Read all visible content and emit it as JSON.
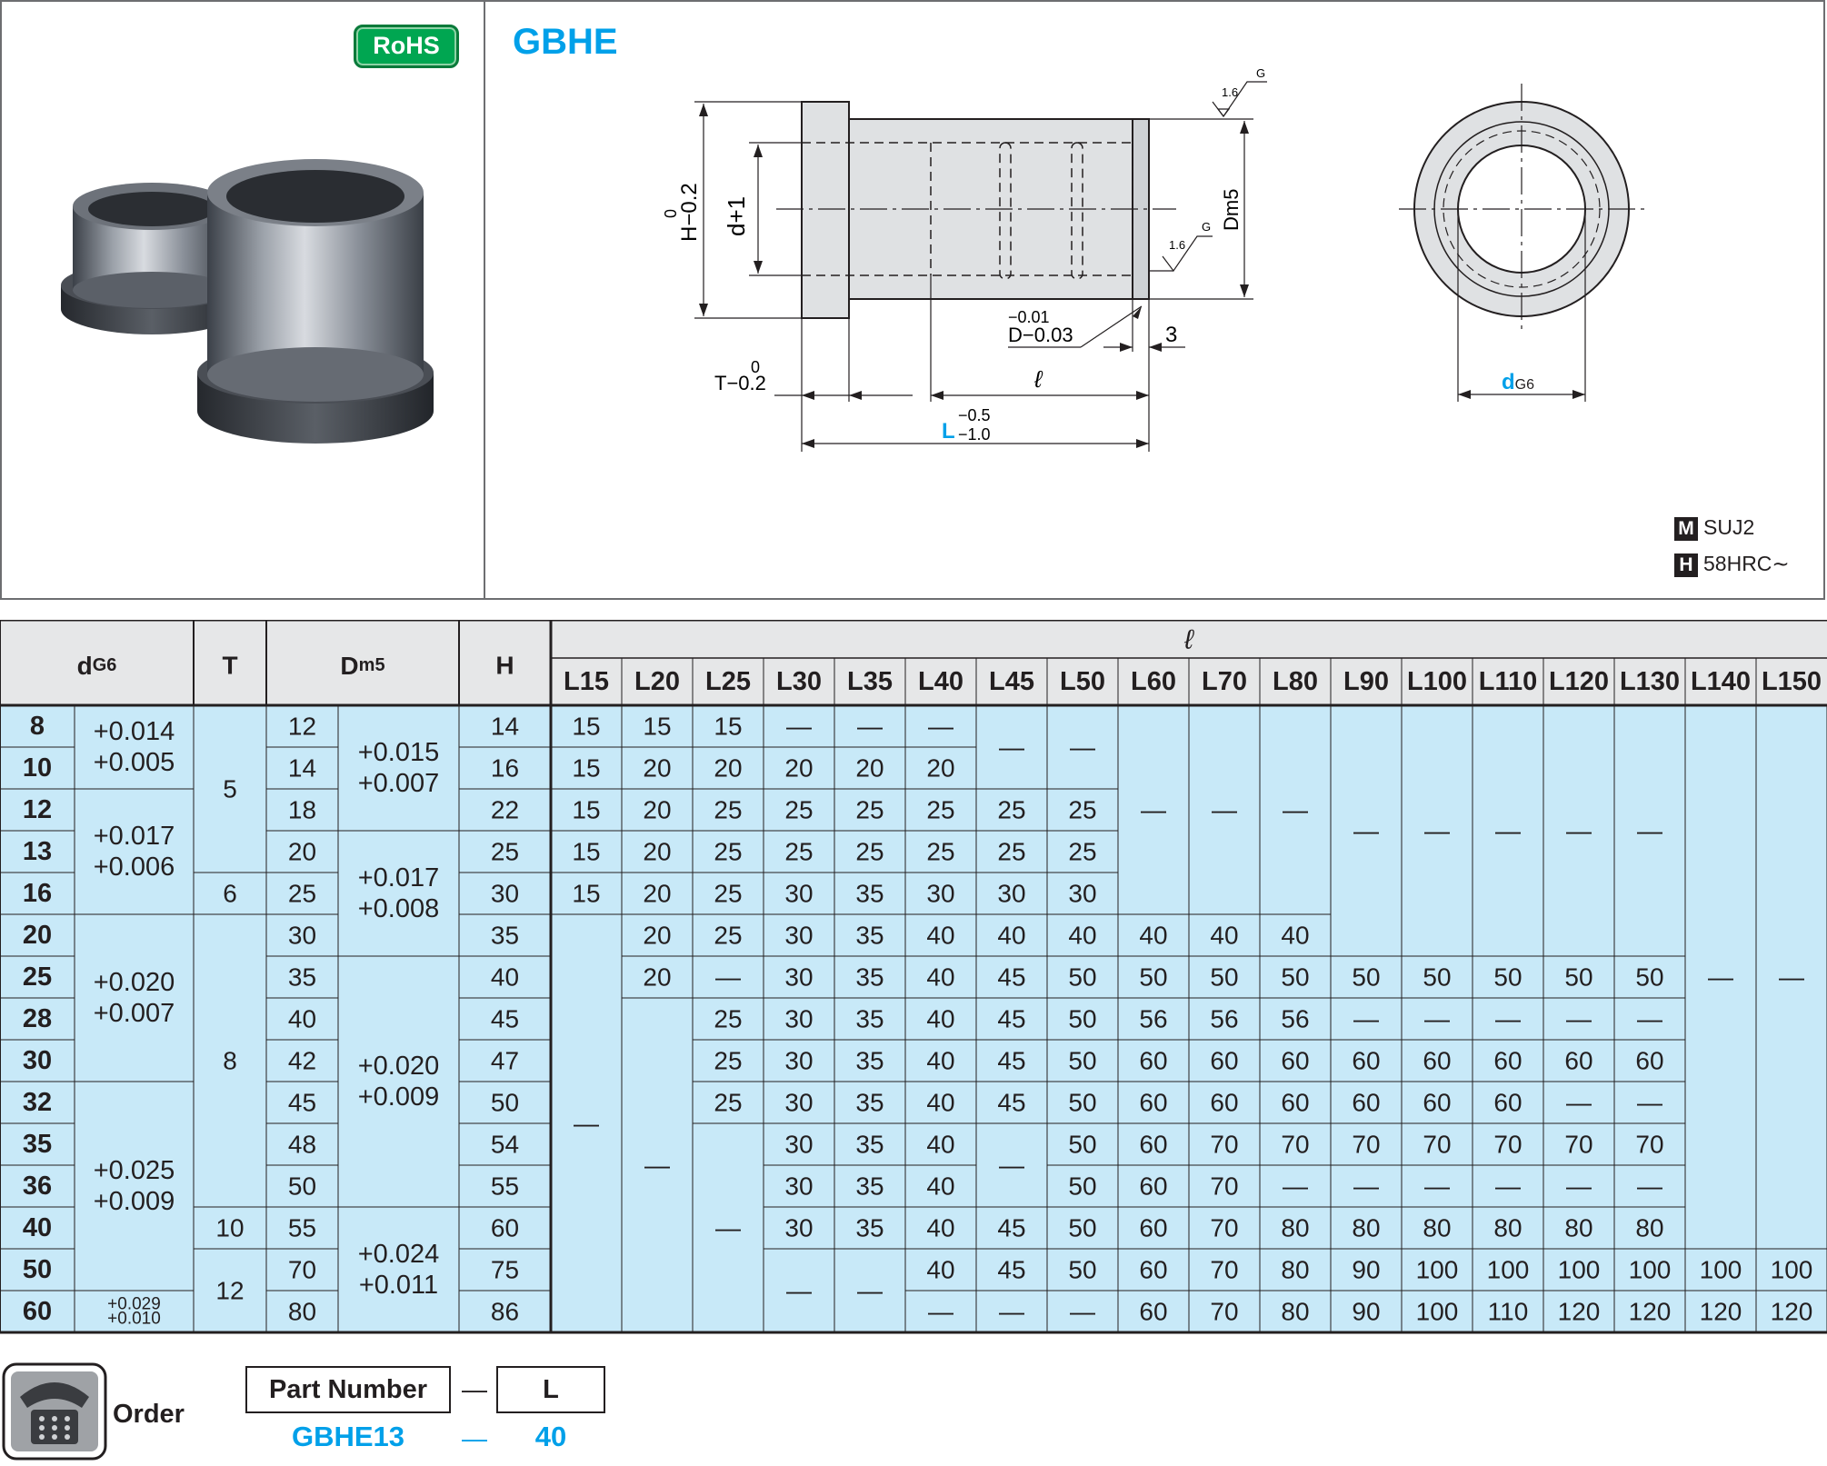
{
  "badge": {
    "rohs": "RoHS"
  },
  "product_code": "GBHE",
  "drawing": {
    "labels": {
      "H_tol_upper": "0",
      "H_tol": "H−0.2",
      "d_plus": "d+1",
      "D_tol_upper": "−0.01",
      "D_tol": "D−0.03",
      "T_tol_upper": "0",
      "T_tol": "T−0.2",
      "ell": "ℓ",
      "L_tol_upper": "−0.5",
      "L": "L",
      "L_tol_lower": "−1.0",
      "three": "3",
      "Dm5": "Dm5",
      "roughness": "1.6",
      "G": "G",
      "dG6_d": "d",
      "dG6_sub": "G6"
    }
  },
  "material": {
    "M_badge": "M",
    "M_value": "SUJ2",
    "H_badge": "H",
    "H_value": "58HRC∼"
  },
  "table": {
    "headers": {
      "d": "d",
      "d_sub": "G6",
      "T": "T",
      "D": "D",
      "D_sub": "m5",
      "H": "H",
      "ell": "ℓ",
      "L_cols": [
        "L15",
        "L20",
        "L25",
        "L30",
        "L35",
        "L40",
        "L45",
        "L50",
        "L60",
        "L70",
        "L80",
        "L90",
        "L100",
        "L110",
        "L120",
        "L130",
        "L140",
        "L150"
      ]
    },
    "d_values": [
      "8",
      "10",
      "12",
      "13",
      "16",
      "20",
      "25",
      "28",
      "30",
      "32",
      "35",
      "36",
      "40",
      "50",
      "60"
    ],
    "d_tolerances": [
      {
        "upper": "+0.014",
        "lower": "+0.005"
      },
      {
        "upper": "+0.017",
        "lower": "+0.006"
      },
      {
        "upper": "+0.020",
        "lower": "+0.007"
      },
      {
        "upper": "+0.025",
        "lower": "+0.009"
      },
      {
        "upper": "+0.029",
        "lower": "+0.010"
      }
    ],
    "T_values": [
      "5",
      "6",
      "8",
      "10",
      "12"
    ],
    "D_values": [
      "12",
      "14",
      "18",
      "20",
      "25",
      "30",
      "35",
      "40",
      "42",
      "45",
      "48",
      "50",
      "55",
      "70",
      "80"
    ],
    "D_tolerances": [
      {
        "upper": "+0.015",
        "lower": "+0.007"
      },
      {
        "upper": "+0.017",
        "lower": "+0.008"
      },
      {
        "upper": "+0.020",
        "lower": "+0.009"
      },
      {
        "upper": "+0.024",
        "lower": "+0.011"
      }
    ],
    "H_values": [
      "14",
      "16",
      "22",
      "25",
      "30",
      "35",
      "40",
      "45",
      "47",
      "50",
      "54",
      "55",
      "60",
      "75",
      "86"
    ],
    "dash": "—",
    "cells": [
      [
        "15",
        "15",
        "15",
        "—",
        "—",
        "—",
        null,
        null,
        null,
        null,
        null,
        null,
        null,
        null,
        null,
        null,
        null,
        null
      ],
      [
        "15",
        "20",
        "20",
        "20",
        "20",
        "20",
        null,
        null,
        null,
        null,
        null,
        null,
        null,
        null,
        null,
        null,
        null,
        null
      ],
      [
        "15",
        "20",
        "25",
        "25",
        "25",
        "25",
        "25",
        "25",
        null,
        null,
        null,
        null,
        null,
        null,
        null,
        null,
        null,
        null
      ],
      [
        "15",
        "20",
        "25",
        "25",
        "25",
        "25",
        "25",
        "25",
        null,
        null,
        null,
        null,
        null,
        null,
        null,
        null,
        null,
        null
      ],
      [
        "15",
        "20",
        "25",
        "30",
        "35",
        "30",
        "30",
        "30",
        null,
        null,
        null,
        null,
        null,
        null,
        null,
        null,
        null,
        null
      ],
      [
        null,
        "20",
        "25",
        "30",
        "35",
        "40",
        "40",
        "40",
        "40",
        "40",
        "40",
        null,
        null,
        null,
        null,
        null,
        null,
        null
      ],
      [
        null,
        "20",
        "—",
        "30",
        "35",
        "40",
        "45",
        "50",
        "50",
        "50",
        "50",
        "50",
        "50",
        "50",
        "50",
        "50",
        null,
        null
      ],
      [
        null,
        null,
        "25",
        "30",
        "35",
        "40",
        "45",
        "50",
        "56",
        "56",
        "56",
        "—",
        "—",
        "—",
        "—",
        "—",
        null,
        null
      ],
      [
        null,
        null,
        "25",
        "30",
        "35",
        "40",
        "45",
        "50",
        "60",
        "60",
        "60",
        "60",
        "60",
        "60",
        "60",
        "60",
        null,
        null
      ],
      [
        null,
        null,
        "25",
        "30",
        "35",
        "40",
        "45",
        "50",
        "60",
        "60",
        "60",
        "60",
        "60",
        "60",
        "—",
        "—",
        null,
        null
      ],
      [
        null,
        null,
        null,
        "30",
        "35",
        "40",
        null,
        "50",
        "60",
        "70",
        "70",
        "70",
        "70",
        "70",
        "70",
        "70",
        null,
        null
      ],
      [
        null,
        null,
        null,
        "30",
        "35",
        "40",
        null,
        "50",
        "60",
        "70",
        "—",
        "—",
        "—",
        "—",
        "—",
        "—",
        null,
        null
      ],
      [
        null,
        null,
        null,
        "30",
        "35",
        "40",
        "45",
        "50",
        "60",
        "70",
        "80",
        "80",
        "80",
        "80",
        "80",
        "80",
        null,
        null
      ],
      [
        null,
        null,
        null,
        null,
        null,
        "40",
        "45",
        "50",
        "60",
        "70",
        "80",
        "90",
        "100",
        "100",
        "100",
        "100",
        "100",
        "100"
      ],
      [
        null,
        null,
        null,
        null,
        null,
        "—",
        "—",
        "—",
        "60",
        "70",
        "80",
        "90",
        "100",
        "110",
        "120",
        "120",
        "120",
        "120"
      ]
    ]
  },
  "order": {
    "label": "Order",
    "part_number_header": "Part Number",
    "l_header": "L",
    "dash": "—",
    "example_part": "GBHE13",
    "example_l": "40"
  }
}
